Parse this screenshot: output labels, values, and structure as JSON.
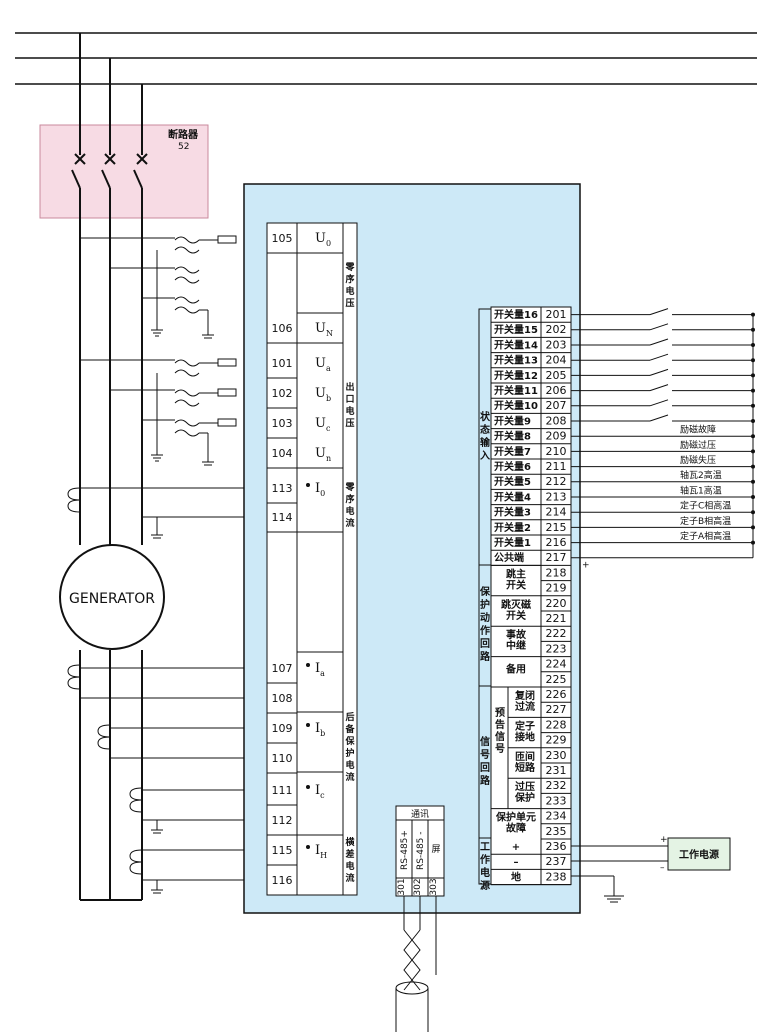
{
  "breaker": {
    "title": "断路器",
    "number": "52"
  },
  "generator_label": "GENERATOR",
  "left_terminals": [
    {
      "num": "105",
      "sym": "U",
      "sub": "0"
    },
    {
      "num": "106",
      "sym": "U",
      "sub": "N"
    },
    {
      "num": "101",
      "sym": "U",
      "sub": "a"
    },
    {
      "num": "102",
      "sym": "U",
      "sub": "b"
    },
    {
      "num": "103",
      "sym": "U",
      "sub": "c"
    },
    {
      "num": "104",
      "sym": "U",
      "sub": "n"
    },
    {
      "num": "113",
      "sym": "I",
      "sub": "0"
    },
    {
      "num": "114",
      "sym": "",
      "sub": ""
    },
    {
      "num": "107",
      "sym": "I",
      "sub": "a"
    },
    {
      "num": "108",
      "sym": "",
      "sub": ""
    },
    {
      "num": "109",
      "sym": "I",
      "sub": "b"
    },
    {
      "num": "110",
      "sym": "",
      "sub": ""
    },
    {
      "num": "111",
      "sym": "I",
      "sub": "c"
    },
    {
      "num": "112",
      "sym": "",
      "sub": ""
    },
    {
      "num": "115",
      "sym": "I",
      "sub": "H"
    },
    {
      "num": "116",
      "sym": "",
      "sub": ""
    }
  ],
  "left_groups": [
    "零序电压",
    "出口电压",
    "零序电流",
    "后备保护电流",
    "横差电流"
  ],
  "comm": {
    "title": "通讯",
    "shield": "屏",
    "ports": [
      {
        "num": "301",
        "label": "RS-485+"
      },
      {
        "num": "302",
        "label": "RS-485 -"
      },
      {
        "num": "303",
        "label": ""
      }
    ]
  },
  "right_terminals": [
    {
      "num": "201",
      "label": "开关量16"
    },
    {
      "num": "202",
      "label": "开关量15"
    },
    {
      "num": "203",
      "label": "开关量14"
    },
    {
      "num": "204",
      "label": "开关量13"
    },
    {
      "num": "205",
      "label": "开关量12"
    },
    {
      "num": "206",
      "label": "开关量11"
    },
    {
      "num": "207",
      "label": "开关量10"
    },
    {
      "num": "208",
      "label": "开关量9"
    },
    {
      "num": "209",
      "label": "开关量8"
    },
    {
      "num": "210",
      "label": "开关量7"
    },
    {
      "num": "211",
      "label": "开关量6"
    },
    {
      "num": "212",
      "label": "开关量5"
    },
    {
      "num": "213",
      "label": "开关量4"
    },
    {
      "num": "214",
      "label": "开关量3"
    },
    {
      "num": "215",
      "label": "开关量2"
    },
    {
      "num": "216",
      "label": "开关量1"
    },
    {
      "num": "217",
      "label": "公共端"
    },
    {
      "num": "218",
      "label": ""
    },
    {
      "num": "219",
      "label": ""
    },
    {
      "num": "220",
      "label": ""
    },
    {
      "num": "221",
      "label": ""
    },
    {
      "num": "222",
      "label": ""
    },
    {
      "num": "223",
      "label": ""
    },
    {
      "num": "224",
      "label": ""
    },
    {
      "num": "225",
      "label": ""
    },
    {
      "num": "226",
      "label": ""
    },
    {
      "num": "227",
      "label": ""
    },
    {
      "num": "228",
      "label": ""
    },
    {
      "num": "229",
      "label": ""
    },
    {
      "num": "230",
      "label": ""
    },
    {
      "num": "231",
      "label": ""
    },
    {
      "num": "232",
      "label": ""
    },
    {
      "num": "233",
      "label": ""
    },
    {
      "num": "234",
      "label": ""
    },
    {
      "num": "235",
      "label": ""
    },
    {
      "num": "236",
      "label": "+"
    },
    {
      "num": "237",
      "label": "–"
    },
    {
      "num": "238",
      "label": "地"
    }
  ],
  "status_input_group": "状态输入",
  "protection_group": {
    "title": "保护动作回路",
    "items": [
      "跳主开关",
      "跳灭磁开关",
      "事故中继",
      "备用"
    ]
  },
  "signal_group": {
    "title": "信号回路",
    "sub_title": "预告信号",
    "items": [
      "复闭过流",
      "定子接地",
      "匝间短路",
      "过压保护",
      "保护单元故障"
    ]
  },
  "power_group": "工作电源",
  "power_box": "工作电源",
  "power_plus": "+",
  "power_minus": "–",
  "status_common_plus": "+",
  "field_signals": [
    "励磁故障",
    "励磁过压",
    "励磁失压",
    "轴瓦2高温",
    "轴瓦1高温",
    "定子C相高温",
    "定子B相高温",
    "定子A相高温"
  ],
  "colors": {
    "panel": "#cde9f7",
    "breaker": "#f7dbe4",
    "line": "#111111",
    "terminal_fill": "#ffffff",
    "power_box": "#e4f3e4"
  }
}
